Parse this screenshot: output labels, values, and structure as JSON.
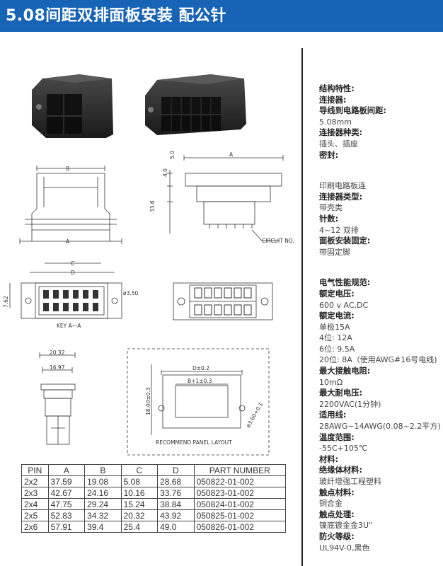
{
  "title": "5.08间距双排面板安装  配公针",
  "drawing": {
    "dim_A": "A",
    "dim_B": "B",
    "dim_C": "C",
    "dim_D": "D",
    "dim_5_0": "5.0",
    "dim_4_0": "4.0",
    "dim_33_6": "33.6",
    "dim_7_62": "7.62",
    "dim_hole": "ø3.50",
    "circuit_no": "CIRCUIT NO.",
    "key_label": "KEY A—A",
    "dim_20_32": "20.32",
    "dim_16_97": "16.97",
    "dim_18_00": "18.00±0.3",
    "dim_D_tol": "D±0.2",
    "dim_B_tol": "B+1±0.3",
    "dim_hole2": "ø3.60+0.1",
    "panel_label": "RECOMMEND PANEL LAYOUT"
  },
  "specs": {
    "struct_label": "结构特性:",
    "connector_label": "连接器:",
    "pitch_label": "导线到电路板间距:",
    "pitch_value": "5.08mm",
    "type_label": "连接器种类:",
    "type_value": "插头、插座",
    "seal_label": "密封:",
    "pcb_value": "印刷电路板连",
    "connector_type_label": "连接器类型:",
    "connector_type_value": "带壳类",
    "pins_label": "针数:",
    "pins_value": "4~12 双排",
    "panel_label": "面板安装固定:",
    "panel_value": "带固定脚",
    "elec_label": "电气性能规范:",
    "voltage_label": "额定电压:",
    "voltage_value": "600 v AC,DC",
    "current_label": "额定电流:",
    "current_1": "单极15A",
    "current_4": "4位:  12A",
    "current_6": "6位:  9.5A",
    "current_20": "20位:  8A（使用AWG#16号电线)",
    "resistance_label": "最大接触电阻:",
    "resistance_value": "10mΩ",
    "withstand_label": "最大耐电压:",
    "withstand_value": "2200VAC(1分钟)",
    "wire_label": "适用线:",
    "wire_value": "28AWG~14AWG(0.08~2.2平方)",
    "temp_label": "温度范围:",
    "temp_value": "-55C+105℃",
    "material_label": "材料:",
    "insulator_label": "绝缘体材料:",
    "insulator_value": "玻纤增强工程塑料",
    "contact_label": "触点材料:",
    "contact_value": "铜合金",
    "treatment_label": "触点处理:",
    "treatment_value": "镍底镀金金3U\"",
    "flame_label": "防火等级:",
    "flame_value": "UL94V-0,黑色"
  },
  "table": {
    "headers": [
      "PIN",
      "A",
      "B",
      "C",
      "D",
      "PART NUMBER"
    ],
    "rows": [
      [
        "2x2",
        "37.59",
        "19.08",
        "5.08",
        "28.68",
        "050822-01-002"
      ],
      [
        "2x3",
        "42.67",
        "24.16",
        "10.16",
        "33.76",
        "050823-01-002"
      ],
      [
        "2x4",
        "47.75",
        "29.24",
        "15.24",
        "38.84",
        "050824-01-002"
      ],
      [
        "2x5",
        "52.83",
        "34.32",
        "20.32",
        "43.92",
        "050825-01-002"
      ],
      [
        "2x6",
        "57.91",
        "39.4",
        "25.4",
        "49.0",
        "050826-01-002"
      ]
    ]
  }
}
